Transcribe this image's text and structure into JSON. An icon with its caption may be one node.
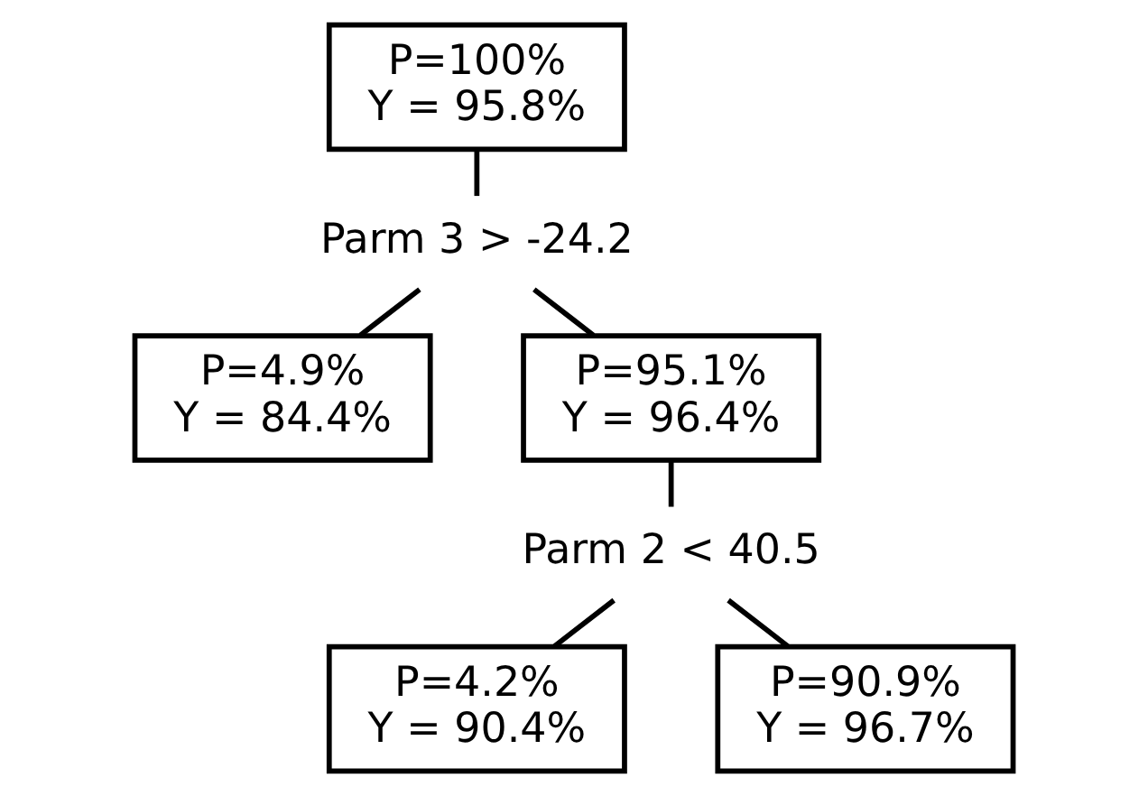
{
  "diagram": {
    "nodes": [
      {
        "text": [
          "P=100%",
          "Y = 95.8%"
        ]
      },
      {
        "text": [
          "Parm 3 > -24.2"
        ]
      },
      {
        "text": [
          "P=4.9%",
          "Y = 84.4%"
        ]
      },
      {
        "text": [
          "P=95.1%",
          "Y = 96.4%"
        ]
      },
      {
        "text": [
          "Parm 2 < 40.5"
        ]
      },
      {
        "text": [
          "P=4.2%",
          "Y = 90.4%"
        ]
      },
      {
        "text": [
          "P=90.9%",
          "Y = 96.7%"
        ]
      }
    ],
    "edges": [
      {
        "from": 0,
        "to": 1,
        "arrow": "none"
      },
      {
        "from": 1,
        "to": 2,
        "arrow": "none"
      },
      {
        "from": 1,
        "to": 3,
        "arrow": "none"
      },
      {
        "from": 3,
        "to": 4,
        "arrow": "none"
      },
      {
        "from": 4,
        "to": 5,
        "arrow": "none"
      },
      {
        "from": 4,
        "to": 6,
        "arrow": "none"
      }
    ]
  }
}
